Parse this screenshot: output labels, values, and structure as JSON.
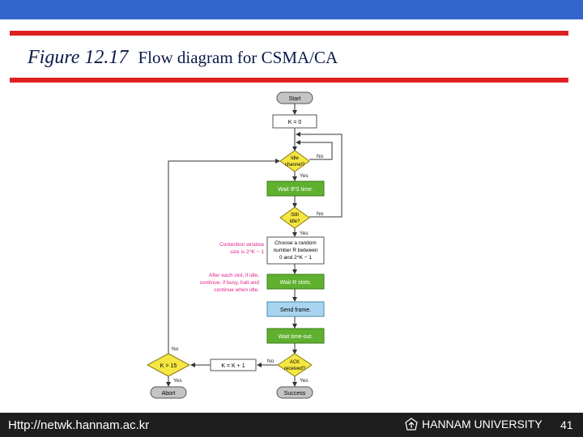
{
  "slide": {
    "figure_label": "Figure 12.17",
    "caption": "Flow diagram for CSMA/CA"
  },
  "diagram": {
    "nodes": {
      "start": "Start",
      "k_init": "K = 0",
      "idle_l1": "Idle",
      "idle_l2": "channel?",
      "wait_ifs": "Wait IFS time.",
      "still_l1": "Still",
      "still_l2": "idle?",
      "choose_l1": "Choose a random",
      "choose_l2": "number R between",
      "choose_l3": "0 and 2^K − 1",
      "wait_r": "Wait R slots.",
      "send": "Send frame.",
      "timeout": "Wait time-out.",
      "ack_l1": "ACK",
      "ack_l2": "received?",
      "k_inc": "K = K + 1",
      "k_test": "K > 15",
      "abort": "Abort",
      "success": "Success"
    },
    "edge_labels": {
      "idle_no": "No",
      "idle_yes": "Yes",
      "still_no": "No",
      "still_yes": "Yes",
      "ack_no": "No",
      "ack_yes": "Yes",
      "k_no": "No",
      "k_yes": "Yes"
    },
    "notes": {
      "cw_l1": "Contention window",
      "cw_l2": "size is 2^K − 1",
      "slot_l1": "After each slot, if idle,",
      "slot_l2": "continue; if busy, halt and",
      "slot_l3": "continue when idle."
    },
    "colors": {
      "terminal": "#c4c4c4",
      "process": "#ffffff",
      "decision": "#f5e642",
      "action": "#5fb02e",
      "send": "#a8d4f0",
      "note_text": "#e0208c"
    }
  },
  "footer": {
    "url": "Http://netwk.hannam.ac.kr",
    "university": "HANNAM UNIVERSITY",
    "page": "41"
  }
}
